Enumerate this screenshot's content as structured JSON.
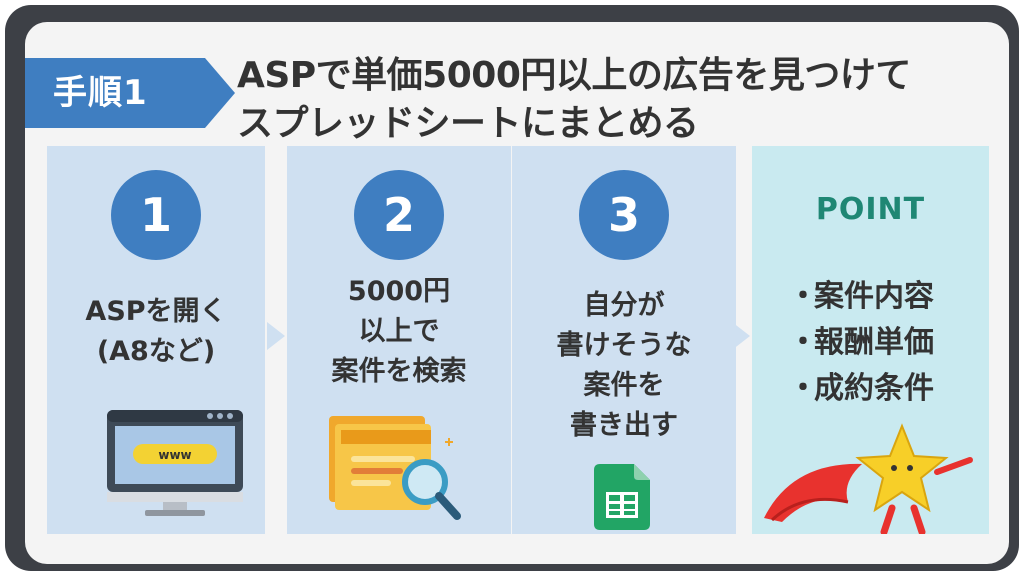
{
  "badge": "手順1",
  "title_lines": [
    "ASPで単価5000円以上の広告を見つけて",
    "スプレッドシートにまとめる"
  ],
  "steps": [
    {
      "number": "1",
      "lines": [
        "ASPを開く",
        "(A8など)"
      ],
      "icon": "browser-www-icon",
      "www": "www"
    },
    {
      "number": "2",
      "lines": [
        "5000円",
        "以上で",
        "案件を検索"
      ],
      "icon": "magnifier-document-icon"
    },
    {
      "number": "3",
      "lines": [
        "自分が",
        "書けそうな",
        "案件を",
        "書き出す"
      ],
      "icon": "spreadsheet-icon"
    }
  ],
  "point": {
    "title": "POINT",
    "bullet": "・",
    "items": [
      "案件内容",
      "報酬単価",
      "成約条件"
    ],
    "icon": "star-hero-icon"
  },
  "colors": {
    "frame": "#3d4046",
    "accent_blue": "#3f7ec1",
    "column_blue": "#cfe0f1",
    "point_bg": "#c9eaf0",
    "point_title": "#1f8774"
  }
}
